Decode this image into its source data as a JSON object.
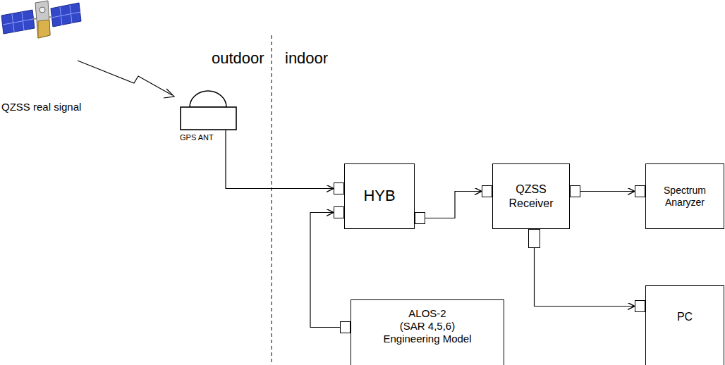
{
  "diagram": {
    "nodes": [
      {
        "text": [
          "GPS ANT"
        ]
      },
      {
        "text": [
          "HYB"
        ]
      },
      {
        "text": [
          "QZSS Receiver"
        ]
      },
      {
        "text": [
          "Spectrum Anaryzer"
        ]
      },
      {
        "text": [
          "ALOS-2",
          "(SAR 4,5,6)",
          "Engineering Model"
        ]
      },
      {
        "text": [
          "PC"
        ]
      }
    ],
    "edges": [
      {
        "from": 0,
        "to": 1,
        "arrow": "to"
      },
      {
        "from": 1,
        "to": 2,
        "arrow": "to"
      },
      {
        "from": 2,
        "to": 3,
        "arrow": "to"
      },
      {
        "from": 2,
        "to": 5,
        "arrow": "to"
      },
      {
        "from": 4,
        "to": 1,
        "arrow": "to"
      }
    ],
    "labels": [
      "QZSS real signal",
      "outdoor",
      "indoor"
    ]
  }
}
